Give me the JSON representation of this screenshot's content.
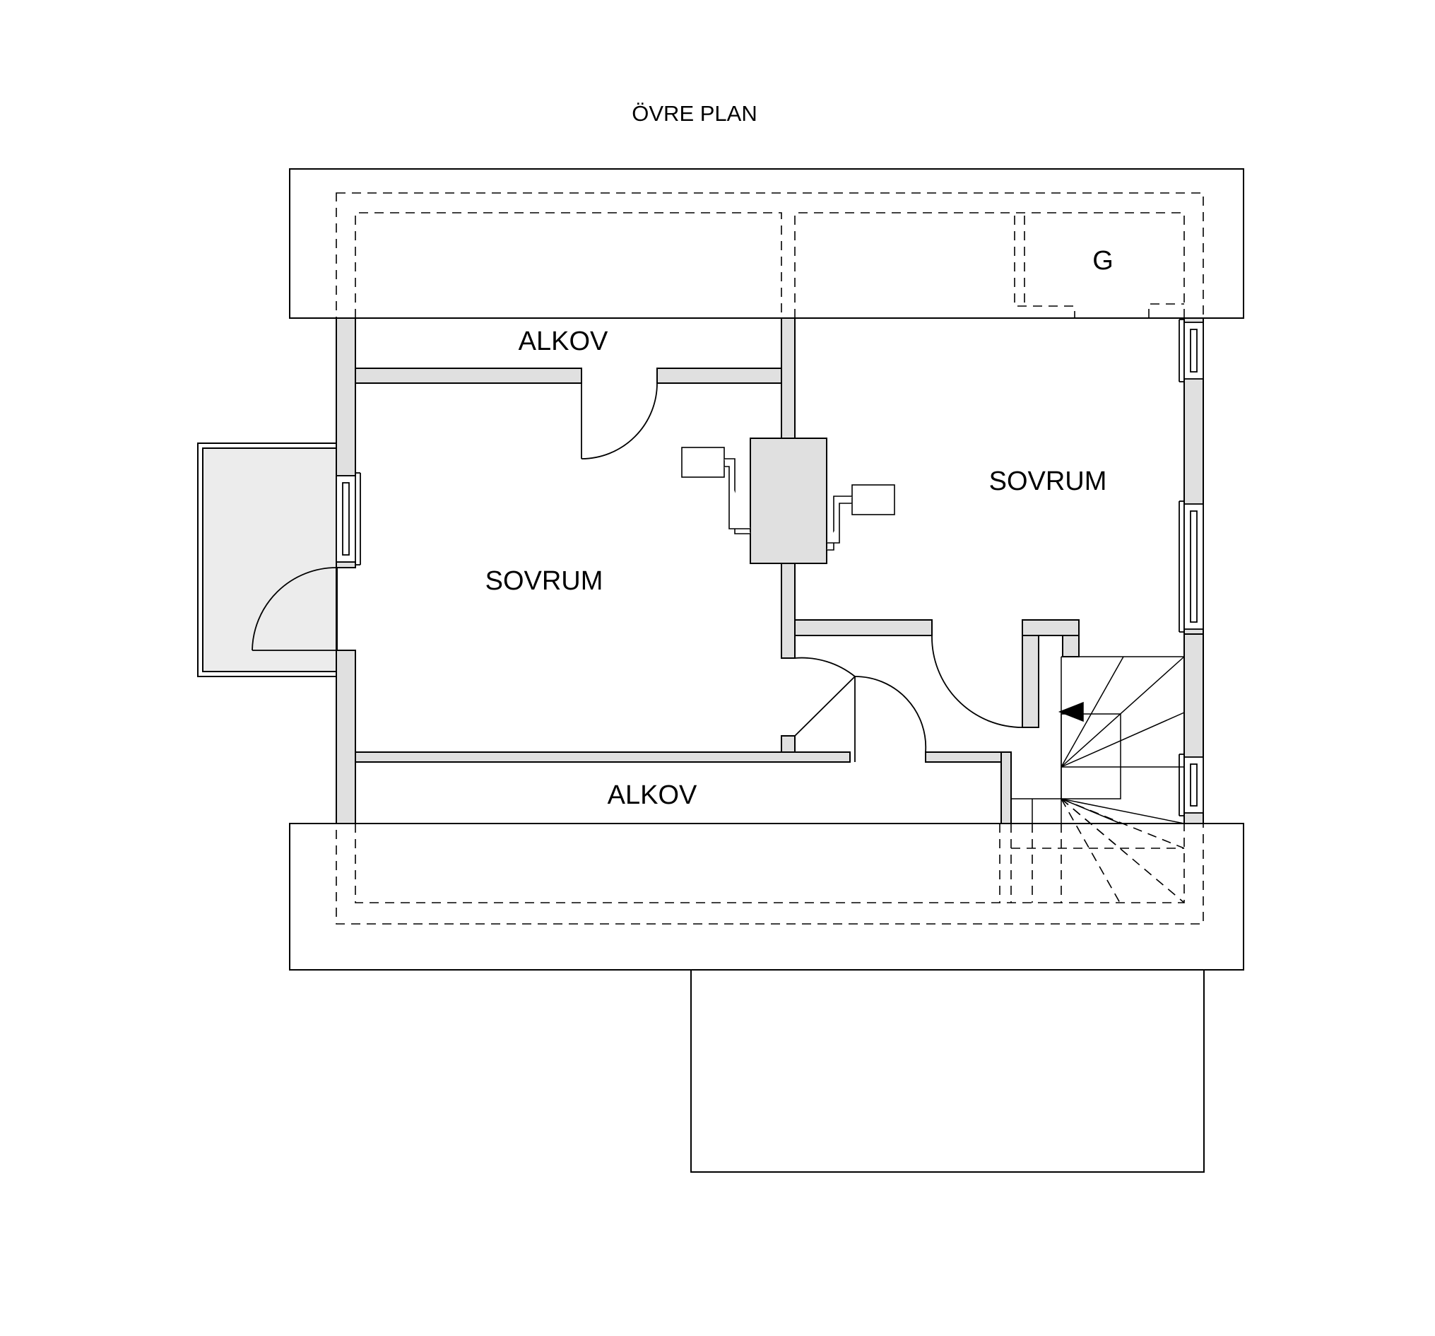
{
  "plan_title": "ÖVRE PLAN",
  "rooms": {
    "alkov_top": "ALKOV",
    "sovrum_left": "SOVRUM",
    "sovrum_right": "SOVRUM",
    "alkov_bottom": "ALKOV",
    "closet_g": "G"
  },
  "colors": {
    "wall_fill": "#e0e0e0",
    "line": "#000000",
    "background": "#ffffff"
  }
}
